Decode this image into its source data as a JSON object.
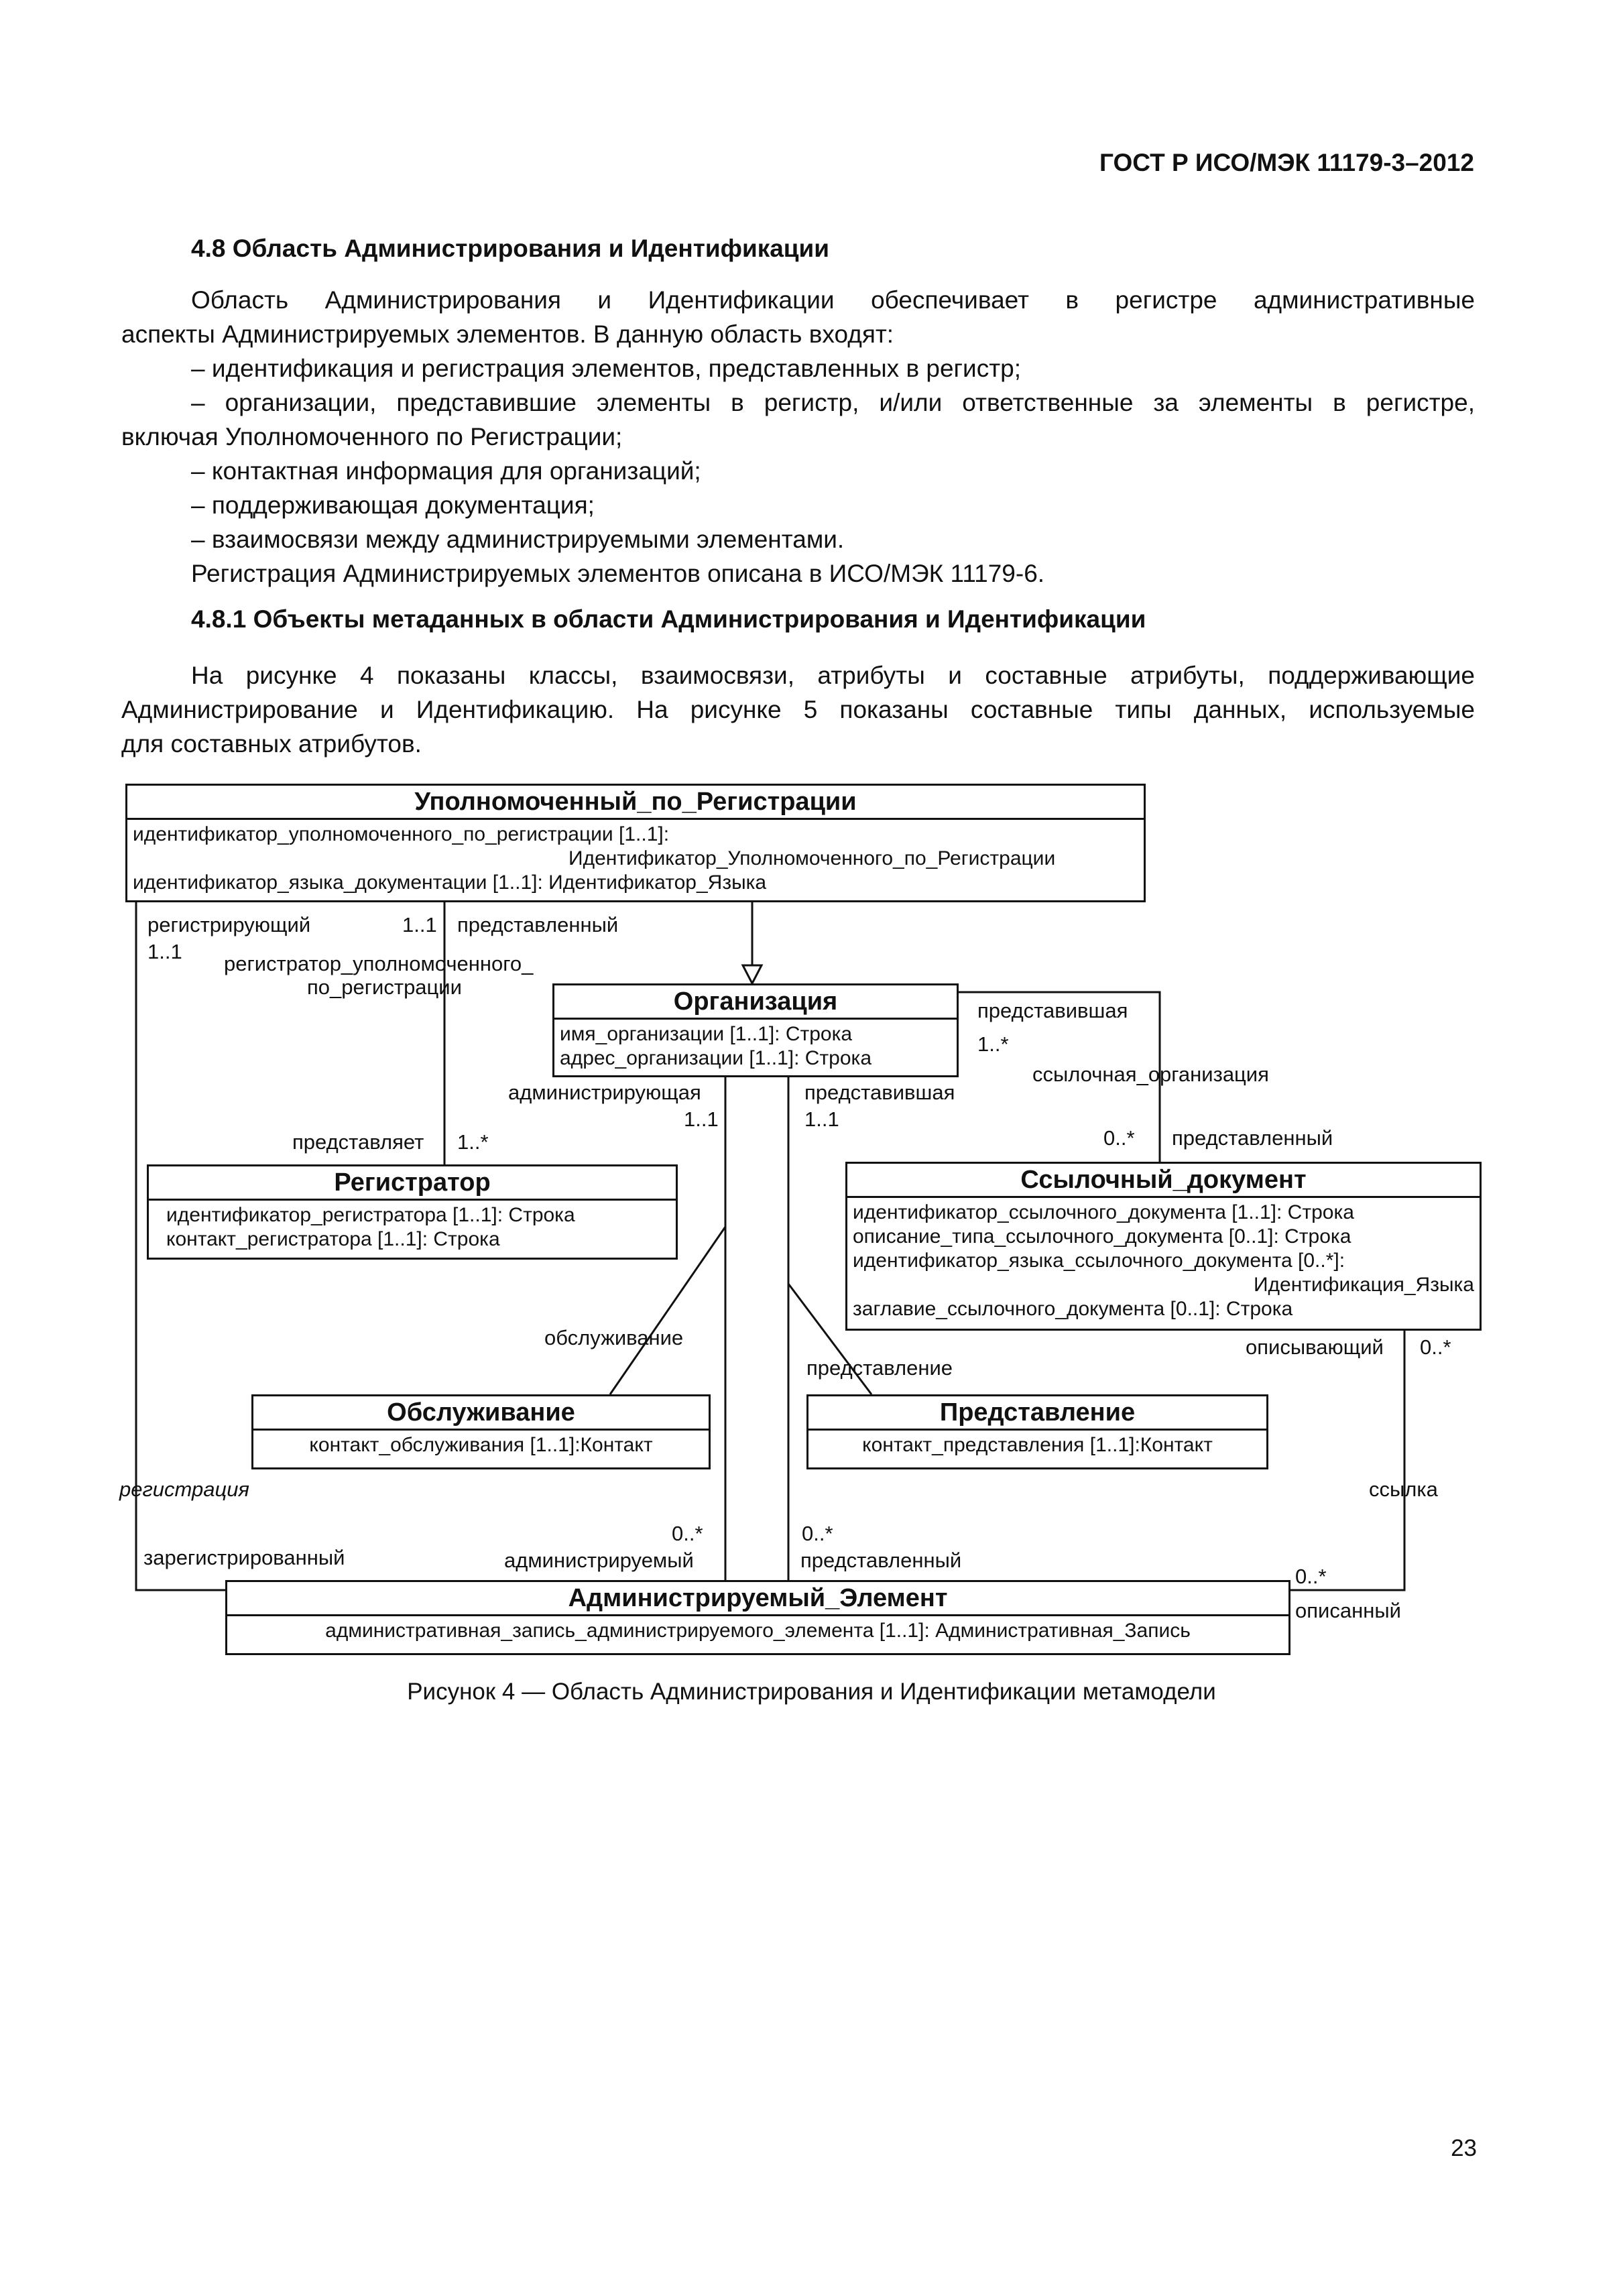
{
  "header": {
    "standard": "ГОСТ Р ИСО/МЭК 11179-3–2012"
  },
  "section": {
    "title": "4.8 Область Администрирования и Идентификации",
    "intro_line1": "Область Администрирования и Идентификации обеспечивает в регистре административные",
    "intro_line2": "аспекты Администрируемых элементов. В данную область входят:",
    "bullet1": "– идентификация и регистрация элементов, представленных в регистр;",
    "bullet2_line1": "– организации, представившие элементы в регистр, и/или ответственные за элементы в регистре,",
    "bullet2_line2": "включая Уполномоченного по Регистрации;",
    "bullet3": "– контактная информация для организаций;",
    "bullet4": "– поддерживающая документация;",
    "bullet5": "– взаимосвязи между администрируемыми элементами.",
    "closing": "Регистрация Администрируемых элементов описана в ИСО/МЭК 11179-6."
  },
  "subsection": {
    "title": "4.8.1 Объекты метаданных в области Администрирования и Идентификации",
    "para_line1": "На рисунке 4 показаны классы, взаимосвязи, атрибуты и составные атрибуты, поддерживающие",
    "para_line2": "Администрирование и Идентификацию. На рисунке 5 показаны составные типы данных, используемые",
    "para_line3": "для составных атрибутов."
  },
  "diagram": {
    "ra": {
      "title": "Уполномоченный_по_Регистрации",
      "attr1a": "идентификатор_уполномоченного_по_регистрации [1..1]:",
      "attr1b": "Идентификатор_Уполномоченного_по_Регистрации",
      "attr2": "идентификатор_языка_документации [1..1]: Идентификатор_Языка"
    },
    "org": {
      "title": "Организация",
      "attr1": "имя_организации [1..1]: Строка",
      "attr2": "адрес_организации [1..1]: Строка"
    },
    "registrar": {
      "title": "Регистратор",
      "attr1": "идентификатор_регистратора [1..1]: Строка",
      "attr2": "контакт_регистратора [1..1]: Строка"
    },
    "refdoc": {
      "title": "Ссылочный_документ",
      "attr1": "идентификатор_ссылочного_документа [1..1]: Строка",
      "attr2": "описание_типа_ссылочного_документа [0..1]: Строка",
      "attr3a": "идентификатор_языка_ссылочного_документа [0..*]:",
      "attr3b": "Идентификация_Языка",
      "attr4": "заглавие_ссылочного_документа [0..1]: Строка"
    },
    "stewardship": {
      "title": "Обслуживание",
      "attr1": "контакт_обслуживания [1..1]:Контакт"
    },
    "submission": {
      "title": "Представление",
      "attr1": "контакт_представления [1..1]:Контакт"
    },
    "admitem": {
      "title": "Администрируемый_Элемент",
      "attr1": "административная_запись_администрируемого_элемента [1..1]: Административная_Запись"
    },
    "labels": {
      "registering": "регистрирующий",
      "mult_1_1a": "1..1",
      "mult_1_1b": "1..1",
      "represented1": "представленный",
      "ra_role_a": "регистратор_уполномоченного_",
      "ra_role_b": "по_регистрации",
      "submitted_org": "представившая",
      "mult_1_star_a": "1..*",
      "ref_org": "ссылочная_организация",
      "administering": "администрирующая",
      "mult_1_1c": "1..1",
      "submitting": "представившая",
      "mult_1_1d": "1..1",
      "represents": "представляет",
      "mult_1_star_b": "1..*",
      "mult_0_star_a": "0..*",
      "represented2": "представленный",
      "stewardship_assoc": "обслуживание",
      "submission_assoc": "представление",
      "describing": "описывающий",
      "mult_0_star_b": "0..*",
      "registration": "регистрация",
      "reference": "ссылка",
      "mult_0_star_c": "0..*",
      "administered": "администрируемый",
      "mult_0_star_d": "0..*",
      "submitted": "представленный",
      "registered": "зарегистрированный",
      "mult_0_star_e": "0..*",
      "described": "описанный"
    }
  },
  "figure_caption": "Рисунок 4 — Область Администрирования и Идентификации метамодели",
  "page_number": "23"
}
